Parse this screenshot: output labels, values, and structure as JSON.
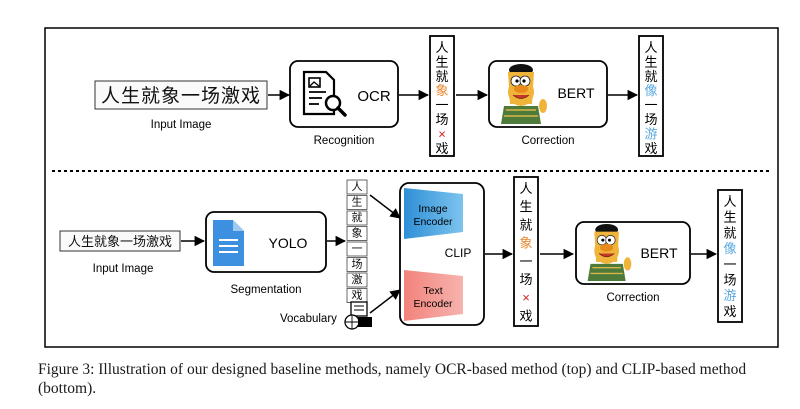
{
  "top": {
    "input_text": "人生就象一场激戏",
    "input_label": "Input Image",
    "ocr_label": "OCR",
    "recognition_label": "Recognition",
    "ocr_output": [
      "人",
      "生",
      "就",
      "象",
      "一",
      "场",
      "×",
      "戏"
    ],
    "bert_label": "BERT",
    "correction_label": "Correction",
    "corrected": [
      "人",
      "生",
      "就",
      "像",
      "一",
      "场",
      "游",
      "戏"
    ]
  },
  "bottom": {
    "input_text": "人生就象一场激戏",
    "input_label": "Input Image",
    "yolo_label": "YOLO",
    "segmentation_label": "Segmentation",
    "segments": [
      "人",
      "生",
      "就",
      "象",
      "一",
      "场",
      "激",
      "戏"
    ],
    "vocabulary_label": "Vocabulary",
    "image_encoder": [
      "Image",
      "Encoder"
    ],
    "text_encoder": [
      "Text",
      "Encoder"
    ],
    "clip_label": "CLIP",
    "clip_output": [
      "人",
      "生",
      "就",
      "象",
      "一",
      "场",
      "×",
      "戏"
    ],
    "bert_label": "BERT",
    "correction_label": "Correction",
    "corrected": [
      "人",
      "生",
      "就",
      "像",
      "一",
      "场",
      "游",
      "戏"
    ]
  },
  "caption": "Figure 3: Illustration of our designed baseline methods, namely OCR-based method (top) and CLIP-based method (bottom).",
  "colors": {
    "error": "#e8862a",
    "cross": "#d42020",
    "fix": "#5aa8e0",
    "doc_blue": "#3d8fe0",
    "img_enc": "#3a9bd8",
    "txt_enc": "#f08a85"
  }
}
